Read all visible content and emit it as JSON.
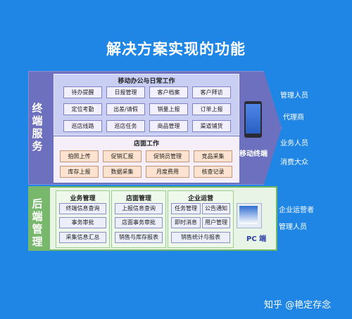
{
  "title": "解决方案实现的功能",
  "terminal": {
    "label": "终端服务",
    "mobile_office": {
      "title": "移动办公与日常工作",
      "rows": [
        [
          "待办提醒",
          "日报管理",
          "客户档案",
          "客户拜访"
        ],
        [
          "定位考勤",
          "出差/请假",
          "销量上报",
          "订单上报"
        ],
        [
          "巡店线路",
          "巡店任务",
          "商品管理",
          "渠道铺货"
        ]
      ]
    },
    "store_work": {
      "title": "店面工作",
      "rows": [
        [
          "拍照上传",
          "促销汇报",
          "促销员管理",
          "竞品采集"
        ],
        [
          "库存上报",
          "数据采集",
          "月度费用",
          "核查记录"
        ]
      ]
    },
    "mobile_terminal_label": "移动终端",
    "right_labels": [
      "管理人员",
      "代理商",
      "业务人员",
      "消费大众"
    ]
  },
  "backend": {
    "label": "后端管理",
    "business": {
      "title": "业务管理",
      "items": [
        "终端信息查询",
        "事务审批",
        "采集信息汇总"
      ]
    },
    "store": {
      "title": "店面管理",
      "items": [
        "上报信息查询",
        "店面事务审批",
        "销售与库存报表"
      ]
    },
    "enterprise": {
      "title": "企业运营",
      "row1": [
        "任务管理",
        "公告通知"
      ],
      "row2": [
        "即时消息",
        "用户管理"
      ],
      "row3": [
        "销售统计与报表"
      ]
    },
    "pc_label": "PC 端",
    "right_labels": [
      "企业运营者",
      "管理人员"
    ]
  },
  "watermark": "知乎 @艳定存念",
  "colors": {
    "background": "#1f86e6",
    "terminal_band": "#6d6fbf",
    "backend_border": "#6db662"
  }
}
